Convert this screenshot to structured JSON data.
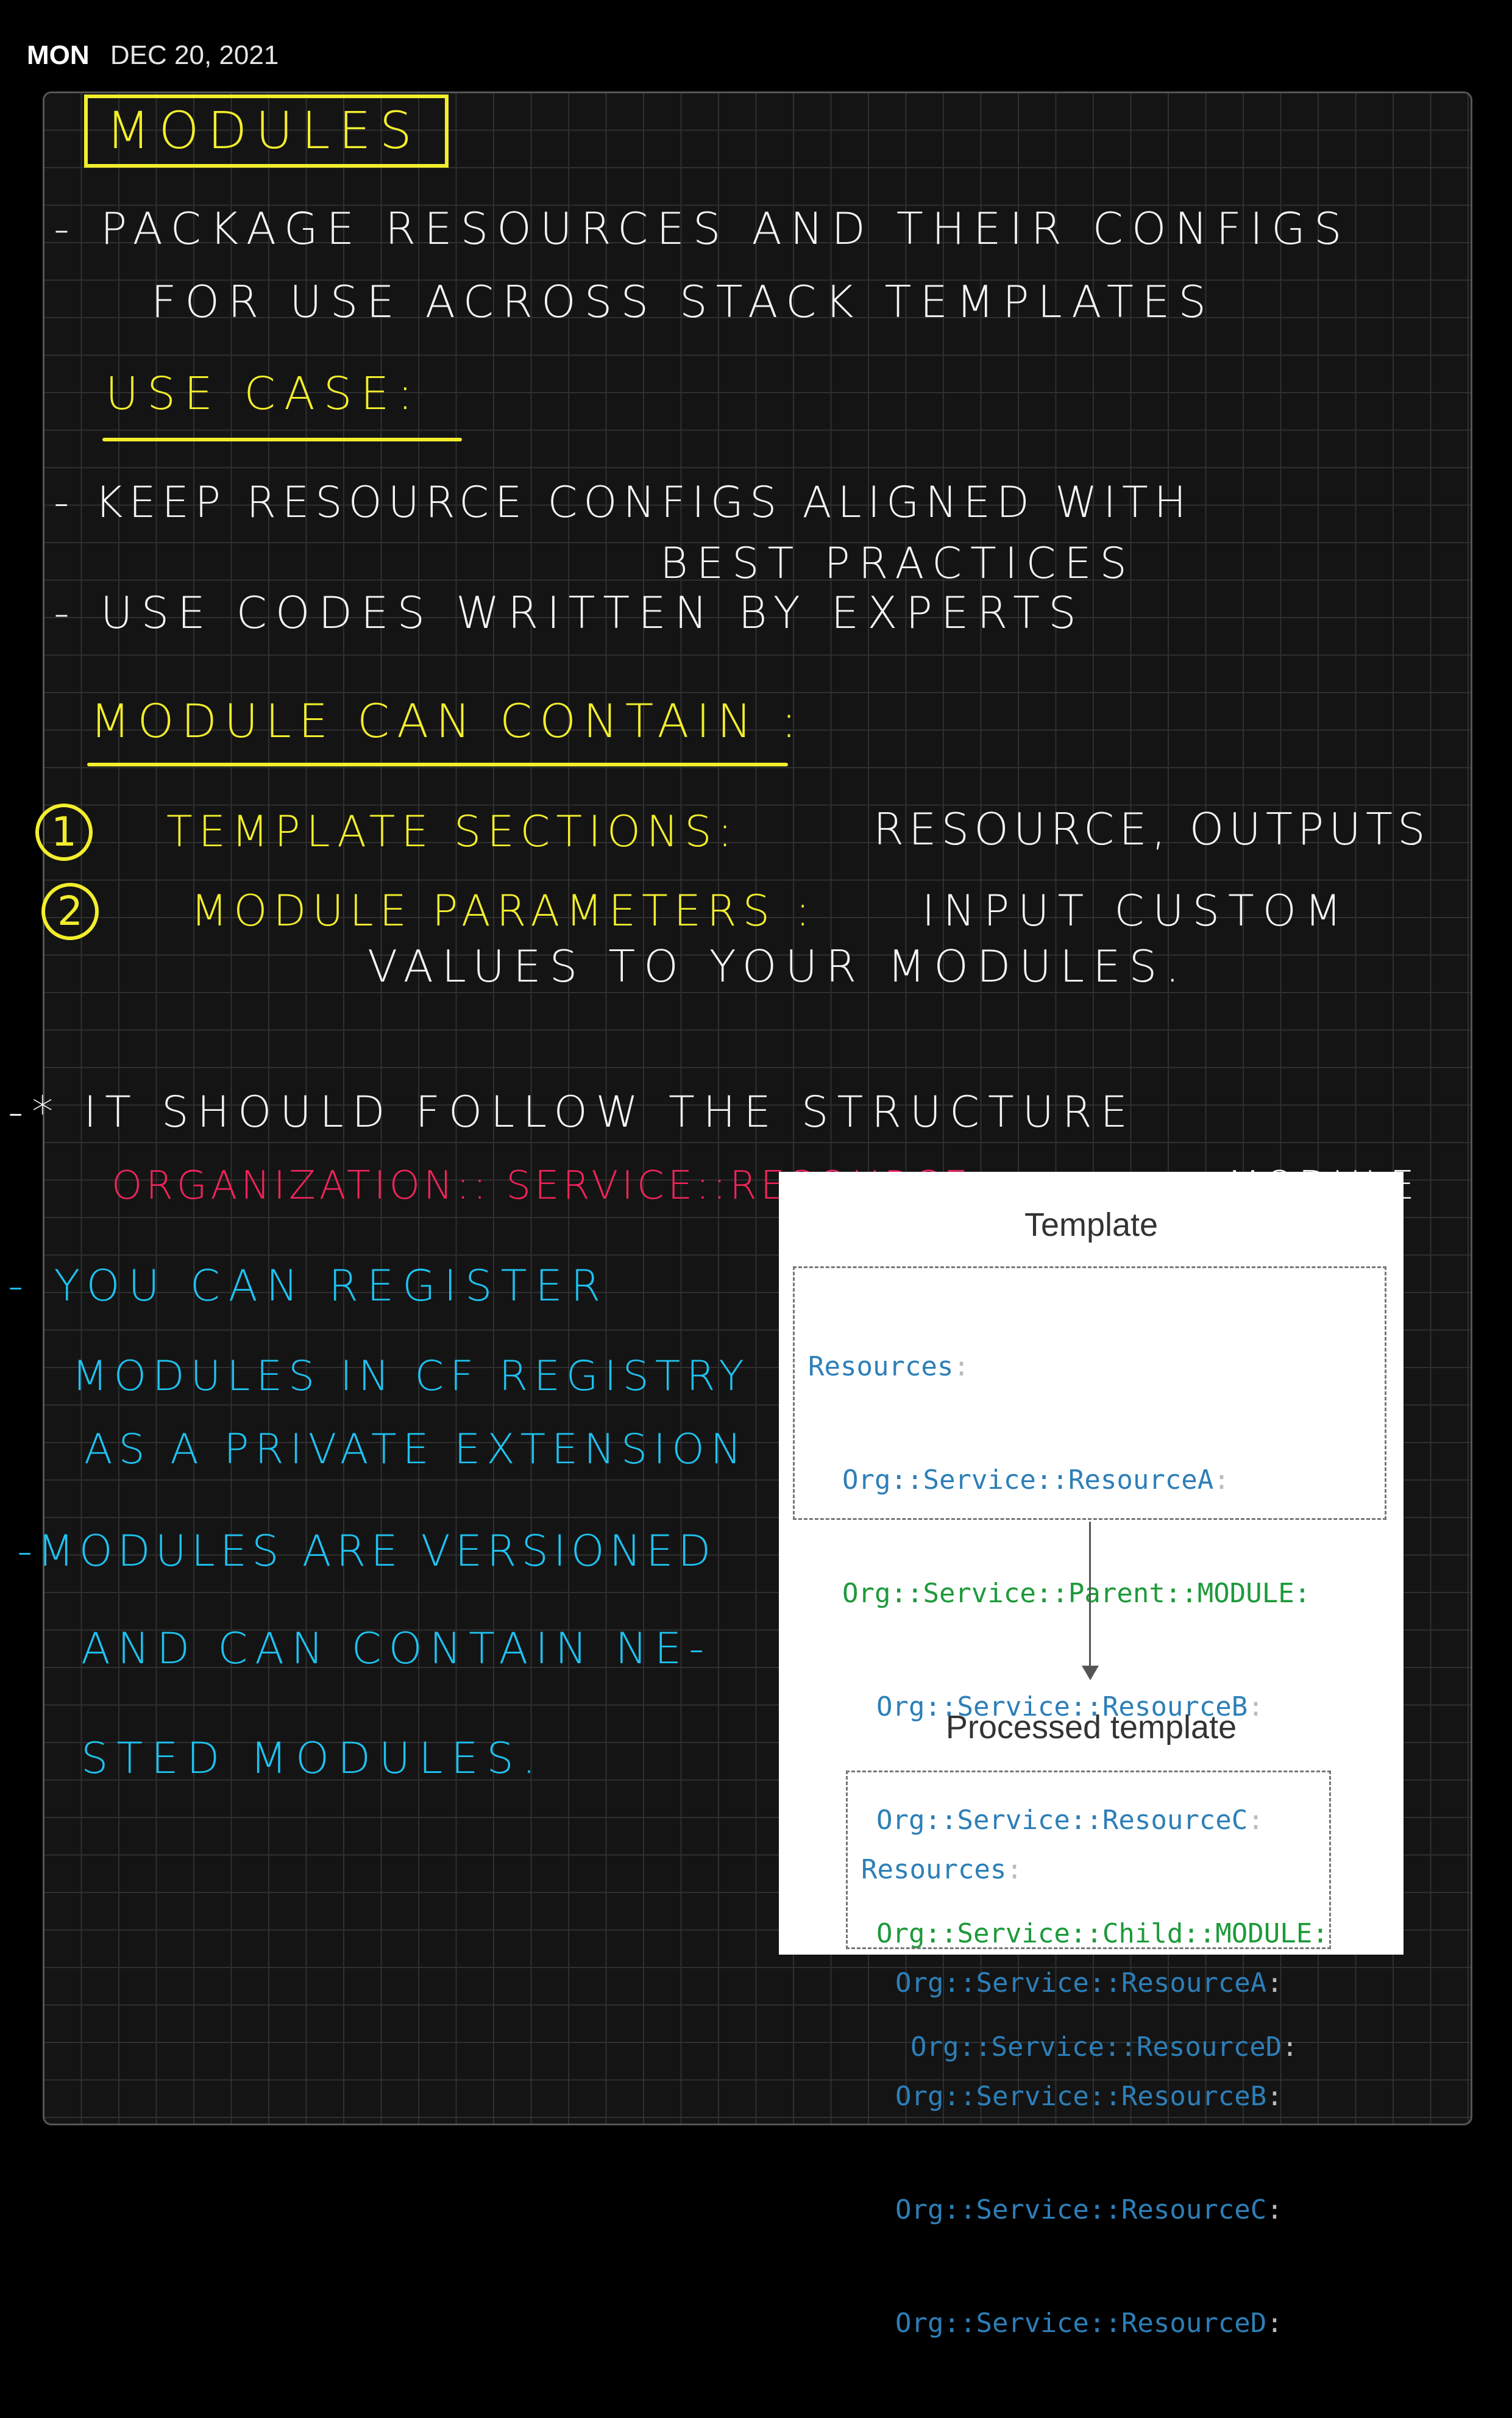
{
  "header": {
    "day": "MON",
    "date": "DEC 20, 2021"
  },
  "notes": {
    "title": "MODULES",
    "line1": "- PACKAGE  RESOURCES  AND THEIR CONFIGS",
    "line2": "FOR  USE  ACROSS  STACK TEMPLATES",
    "use_case": "USE CASE:",
    "keep1": "- KEEP   RESOURCE CONFIGS ALIGNED WITH",
    "keep2": "BEST   PRACTICES",
    "use": "- USE   CODES  WRITTEN  BY  EXPERTS",
    "module_can_contain": "MODULE CAN CONTAIN :",
    "item1_label": "TEMPLATE  SECTIONS:",
    "item1_value": "RESOURCE, OUTPUTS",
    "item2_label": "MODULE  PARAMETERS :",
    "item2_value": "INPUT  CUSTOM",
    "item2_value2": "VALUES  TO  YOUR  MODULES.",
    "follow": "-* IT  SHOULD  FOLLOW THE  STRUCTURE",
    "structure_red": "ORGANIZATION:: SERVICE::RESOURCE::",
    "structure_white": "MODULE",
    "reg1": "- YOU  CAN  REGISTER",
    "reg2": "MODULES  IN  CF REGISTRY",
    "reg3": "AS  A  PRIVATE EXTENSION",
    "ver1": "-MODULES  ARE  VERSIONED",
    "ver2": "AND   CAN CONTAIN NE-",
    "ver3": "STED   MODULES."
  },
  "diagram": {
    "template_title": "Template",
    "template_lines": [
      "Resources",
      "Org::Service::ResourceA",
      "Org::Service::Parent::MODULE",
      "Org::Service::ResourceB",
      "Org::Service::ResourceC",
      "Org::Service::Child::MODULE",
      "Org::Service::ResourceD"
    ],
    "processed_title": "Processed template",
    "processed_lines": [
      "Resources",
      "Org::Service::ResourceA",
      "Org::Service::ResourceB",
      "Org::Service::ResourceC",
      "Org::Service::ResourceD"
    ],
    "colors": {
      "blue": "#2d7fb8",
      "green": "#1d9a3a"
    }
  },
  "colors": {
    "yellow": "#f2ee2c",
    "red": "#f0245a",
    "cyan": "#1ec2f0",
    "white": "#f4f4f4"
  }
}
